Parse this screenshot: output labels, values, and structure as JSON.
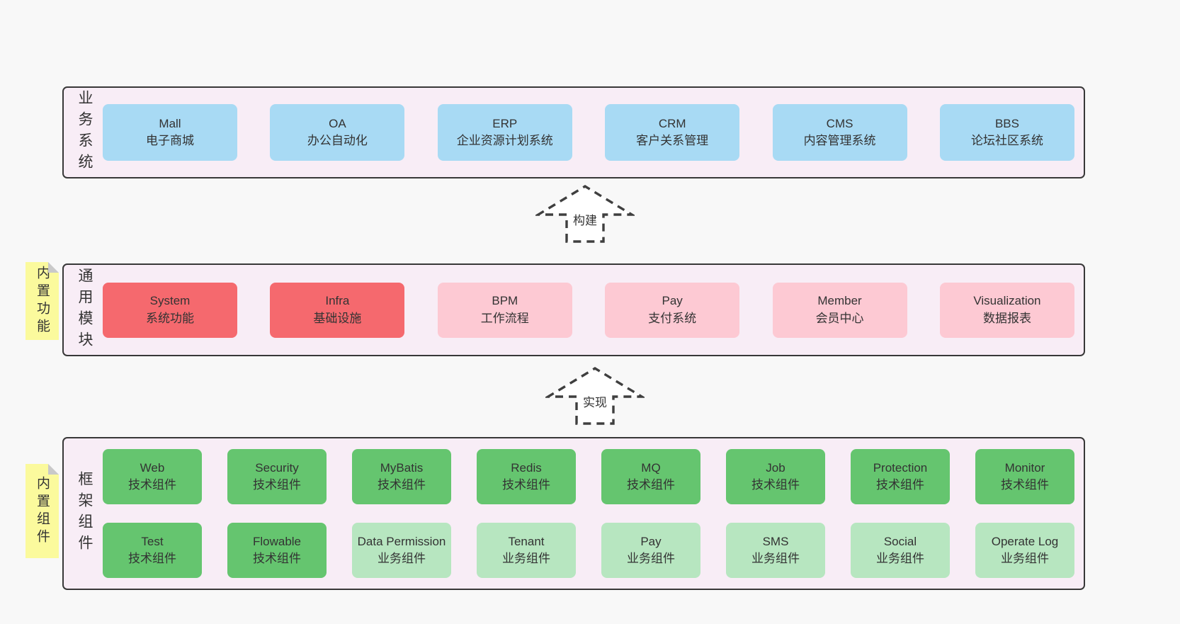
{
  "colors": {
    "page_bg": "#f8f8f8",
    "layer_bg": "#f8edf6",
    "border": "#383838",
    "text": "#333333",
    "blue": "#a8daf4",
    "red": "#f5696e",
    "pink": "#fdc9d3",
    "green": "#65c56f",
    "green_light": "#b7e6c0",
    "yellow": "#fbfa9d",
    "fold": "#c9c9c9",
    "arrow_stroke": "#3f3f3f"
  },
  "layers": [
    {
      "id": "business",
      "side_label": "业务系统",
      "rows": [
        [
          {
            "en": "Mall",
            "zh": "电子商城",
            "variant": "blue"
          },
          {
            "en": "OA",
            "zh": "办公自动化",
            "variant": "blue"
          },
          {
            "en": "ERP",
            "zh": "企业资源计划系统",
            "variant": "blue"
          },
          {
            "en": "CRM",
            "zh": "客户关系管理",
            "variant": "blue"
          },
          {
            "en": "CMS",
            "zh": "内容管理系统",
            "variant": "blue"
          },
          {
            "en": "BBS",
            "zh": "论坛社区系统",
            "variant": "blue"
          }
        ]
      ]
    },
    {
      "id": "modules",
      "side_label": "通用模块",
      "sticky_label": "内置功能",
      "rows": [
        [
          {
            "en": "System",
            "zh": "系统功能",
            "variant": "red"
          },
          {
            "en": "Infra",
            "zh": "基础设施",
            "variant": "red"
          },
          {
            "en": "BPM",
            "zh": "工作流程",
            "variant": "pink"
          },
          {
            "en": "Pay",
            "zh": "支付系统",
            "variant": "pink"
          },
          {
            "en": "Member",
            "zh": "会员中心",
            "variant": "pink"
          },
          {
            "en": "Visualization",
            "zh": "数据报表",
            "variant": "pink"
          }
        ]
      ]
    },
    {
      "id": "components",
      "side_label": "框架组件",
      "sticky_label": "内置组件",
      "rows": [
        [
          {
            "en": "Web",
            "zh": "技术组件",
            "variant": "green"
          },
          {
            "en": "Security",
            "zh": "技术组件",
            "variant": "green"
          },
          {
            "en": "MyBatis",
            "zh": "技术组件",
            "variant": "green"
          },
          {
            "en": "Redis",
            "zh": "技术组件",
            "variant": "green"
          },
          {
            "en": "MQ",
            "zh": "技术组件",
            "variant": "green"
          },
          {
            "en": "Job",
            "zh": "技术组件",
            "variant": "green"
          },
          {
            "en": "Protection",
            "zh": "技术组件",
            "variant": "green"
          },
          {
            "en": "Monitor",
            "zh": "技术组件",
            "variant": "green"
          }
        ],
        [
          {
            "en": "Test",
            "zh": "技术组件",
            "variant": "green"
          },
          {
            "en": "Flowable",
            "zh": "技术组件",
            "variant": "green"
          },
          {
            "en": "Data Permission",
            "zh": "业务组件",
            "variant": "green-light"
          },
          {
            "en": "Tenant",
            "zh": "业务组件",
            "variant": "green-light"
          },
          {
            "en": "Pay",
            "zh": "业务组件",
            "variant": "green-light"
          },
          {
            "en": "SMS",
            "zh": "业务组件",
            "variant": "green-light"
          },
          {
            "en": "Social",
            "zh": "业务组件",
            "variant": "green-light"
          },
          {
            "en": "Operate Log",
            "zh": "业务组件",
            "variant": "green-light"
          }
        ]
      ]
    }
  ],
  "arrows": [
    {
      "id": "build",
      "label": "构建"
    },
    {
      "id": "implement",
      "label": "实现"
    }
  ]
}
